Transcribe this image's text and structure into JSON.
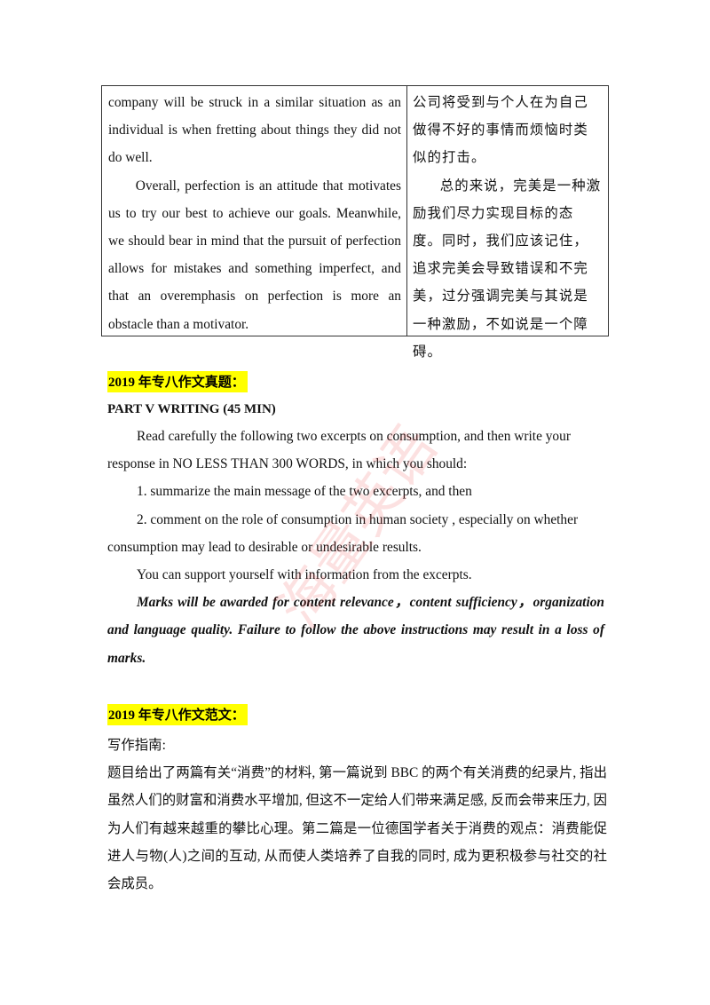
{
  "table": {
    "en_paragraphs": [
      "company will be struck in a similar situation as an individual is when fretting about things they did not do well.",
      "Overall, perfection is an attitude that motivates us to try our best to achieve our goals. Meanwhile, we should bear in mind that the pursuit of perfection allows for mistakes and something imperfect, and that an overemphasis on perfection is more an obstacle than a motivator."
    ],
    "zh_paragraphs": [
      "公司将受到与个人在为自己做得不好的事情而烦恼时类似的打击。",
      "总的来说，完美是一种激励我们尽力实现目标的态度。同时，我们应该记住，追求完美会导致错误和不完美，过分强调完美与其说是一种激励，不如说是一个障碍。"
    ]
  },
  "section1": {
    "heading": "2019 年专八作文真题：",
    "part_title": "PART V WRITING (45 MIN)",
    "instructions": [
      "Read carefully the following two excerpts on consumption, and then write your",
      "response in NO LESS THAN 300 WORDS, in which you should:",
      "1. summarize the main message of the two excerpts, and then",
      "2. comment on the role of consumption in human society , especially on whether",
      "consumption may lead to desirable or undesirable results.",
      "You can support yourself with information from the excerpts."
    ],
    "marks_note": "Marks will be awarded for content relevance，content sufficiency，organization and language quality. Failure to follow the above instructions may result in a loss of marks."
  },
  "section2": {
    "heading": "2019 年专八作文范文：",
    "guide_label": "写作指南:",
    "guide_text": "题目给出了两篇有关“消费”的材料, 第一篇说到 BBC 的两个有关消费的纪录片, 指出虽然人们的财富和消费水平增加, 但这不一定给人们带来满足感, 反而会带来压力, 因为人们有越来越重的攀比心理。第二篇是一位德国学者关于消费的观点：消费能促进人与物(人)之间的互动, 从而使人类培养了自我的同时, 成为更积极参与社交的社会成员。"
  },
  "watermark": "海量英语",
  "colors": {
    "highlight": "#ffff00",
    "watermark": "#eb4646"
  }
}
